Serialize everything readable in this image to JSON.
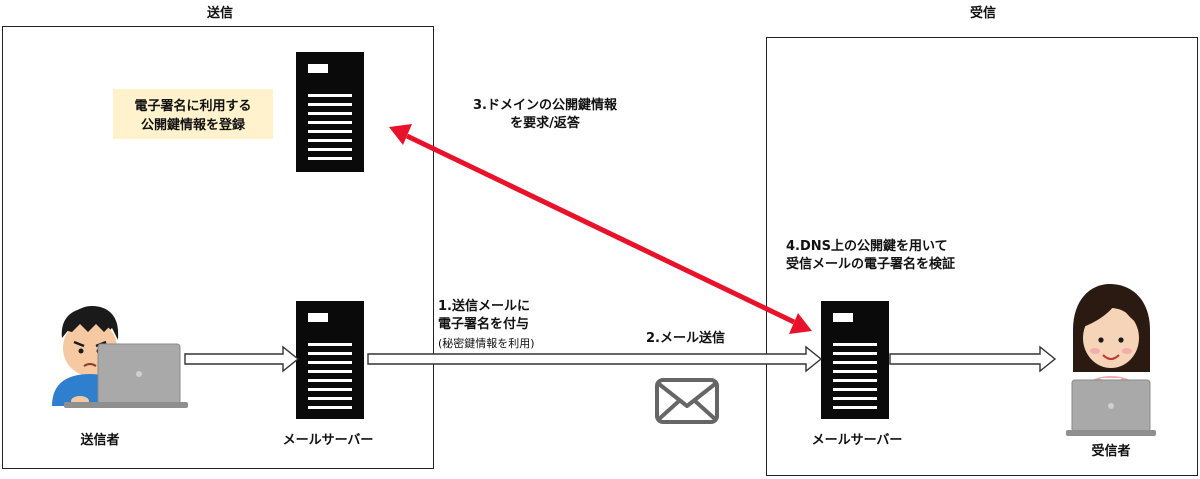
{
  "sender_zone": {
    "title": "送信"
  },
  "receiver_zone": {
    "title": "受信"
  },
  "dns_note": {
    "line1": "電子署名に利用する",
    "line2": "公開鍵情報を登録"
  },
  "step1": {
    "line1": "1.送信メールに",
    "line2": "電子署名を付与",
    "sub": "(秘密鍵情報を利用)"
  },
  "step2": {
    "label": "2.メール送信"
  },
  "step3": {
    "line1": "3.ドメインの公開鍵情報",
    "line2": "を要求/返答"
  },
  "step4": {
    "line1": "4.DNS上の公開鍵を用いて",
    "line2": "受信メールの電子署名を検証"
  },
  "sender_person": {
    "label": "送信者"
  },
  "sender_server": {
    "label": "メールサーバー"
  },
  "receiver_server": {
    "label": "メールサーバー"
  },
  "receiver_person": {
    "label": "受信者"
  },
  "icons": {
    "server": "server-icon",
    "mail": "envelope-icon",
    "sender": "man-at-laptop-icon",
    "receiver": "woman-at-laptop-icon"
  },
  "colors": {
    "bidirectional_arrow": "#e8132b",
    "flow_arrow_outline": "#333333",
    "note_fill": "#fff2cc"
  }
}
